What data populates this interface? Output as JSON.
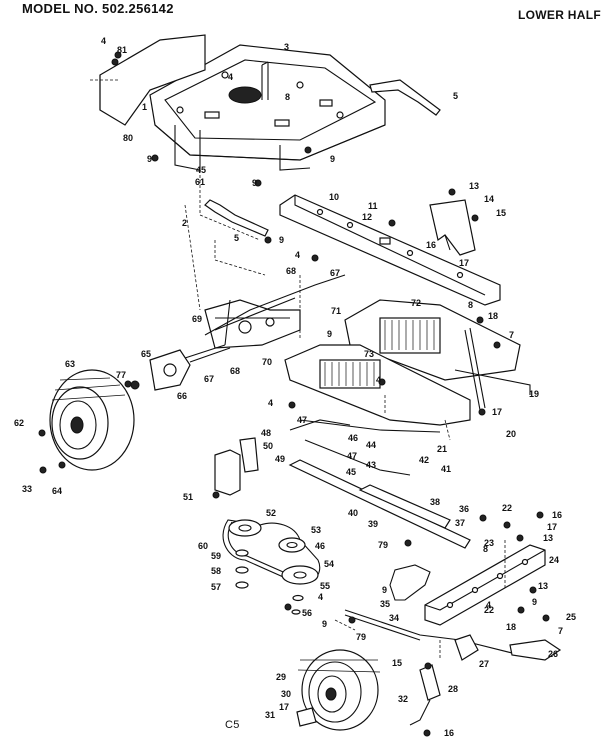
{
  "header": {
    "model": "MODEL NO. 502.256142",
    "section": "LOWER HALF"
  },
  "footer": {
    "code": "C5"
  },
  "callouts": {
    "c1": "1",
    "c2": "2",
    "c3": "3",
    "c4": "4",
    "c5": "5",
    "c7": "7",
    "c8": "8",
    "c9": "9",
    "c10": "10",
    "c11": "11",
    "c12": "12",
    "c13": "13",
    "c14": "14",
    "c15": "15",
    "c16": "16",
    "c17": "17",
    "c18": "18",
    "c19": "19",
    "c20": "20",
    "c21": "21",
    "c22": "22",
    "c23": "23",
    "c24": "24",
    "c25": "25",
    "c26": "26",
    "c27": "27",
    "c28": "28",
    "c29": "29",
    "c30": "30",
    "c31": "31",
    "c32": "32",
    "c33": "33",
    "c34": "34",
    "c35": "35",
    "c36": "36",
    "c37": "37",
    "c38": "38",
    "c39": "39",
    "c40": "40",
    "c41": "41",
    "c42": "42",
    "c43": "43",
    "c44": "44",
    "c45": "45",
    "c46": "46",
    "c47": "47",
    "c48": "48",
    "c49": "49",
    "c50": "50",
    "c51": "51",
    "c52": "52",
    "c53": "53",
    "c54": "54",
    "c55": "55",
    "c56": "56",
    "c57": "57",
    "c58": "58",
    "c59": "59",
    "c60": "60",
    "c61": "61",
    "c62": "62",
    "c63": "63",
    "c64": "64",
    "c65": "65",
    "c66": "66",
    "c67": "67",
    "c68": "68",
    "c69": "69",
    "c70": "70",
    "c71": "71",
    "c72": "72",
    "c73": "73",
    "c77": "77",
    "c79": "79",
    "c80": "80",
    "c81": "81"
  }
}
